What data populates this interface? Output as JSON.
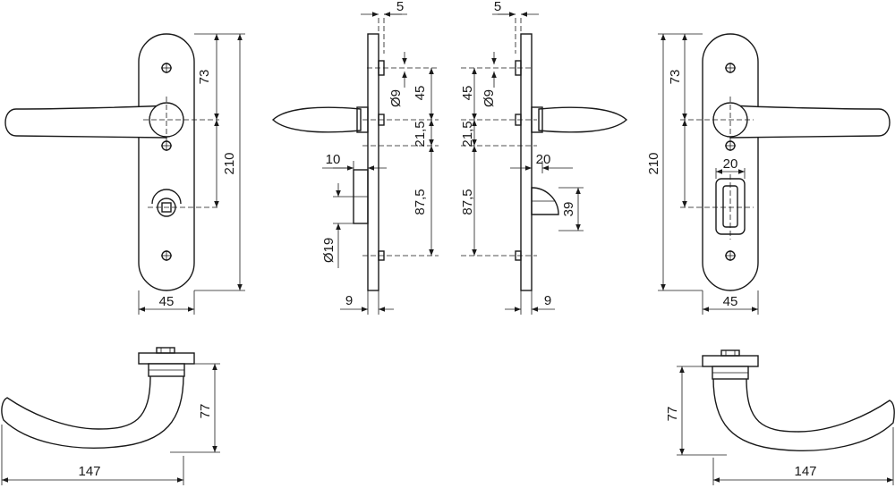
{
  "dimensions": {
    "front_left": {
      "height_total": "210",
      "to_center": "73",
      "width": "45"
    },
    "side_left": {
      "offset_top": "5",
      "to_center": "45",
      "hole_dia": "Ø9",
      "pitch_small": "21,5",
      "pitch_large": "87,5",
      "rose_depth": "10",
      "knob_dia": "Ø19",
      "plate_thk": "9"
    },
    "side_right": {
      "offset_top": "5",
      "to_center": "45",
      "hole_dia": "Ø9",
      "pitch_small": "21,5",
      "pitch_large": "87,5",
      "lever_offset": "20",
      "knob_height": "39",
      "plate_thk": "9"
    },
    "front_right": {
      "height_total": "210",
      "to_center": "73",
      "turn_offset": "20",
      "width": "45"
    },
    "top_left": {
      "projection": "77",
      "length": "147"
    },
    "top_right": {
      "projection": "77",
      "length": "147"
    }
  }
}
